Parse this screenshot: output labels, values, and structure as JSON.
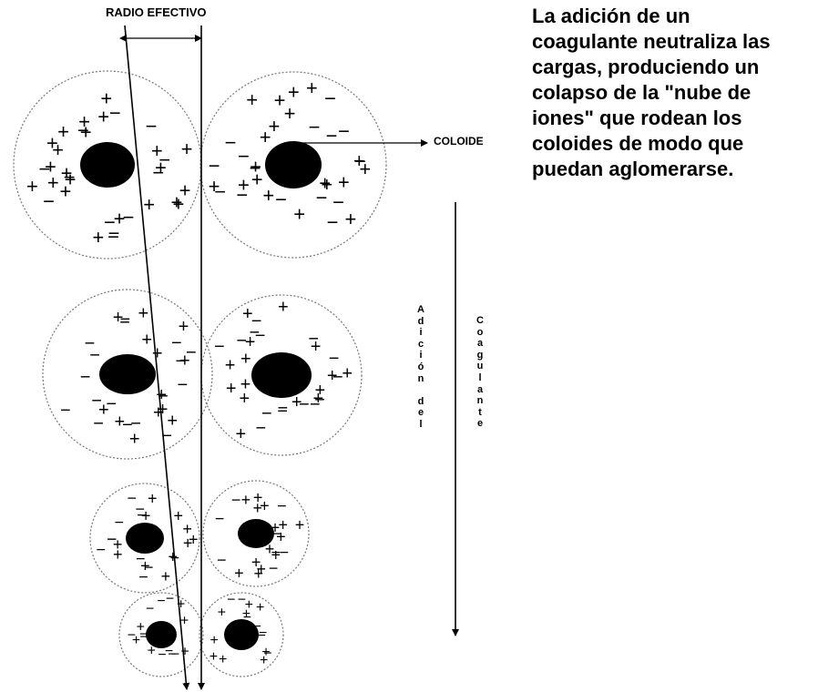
{
  "labels": {
    "radio_efectivo": "RADIO EFECTIVO",
    "coloide": "COLOIDE"
  },
  "description_lines": [
    "La adición de un",
    "coagulante neutraliza las",
    "cargas, produciendo un",
    "colapso de la \"nube de",
    "iones\" que rodean los",
    "coloides de modo que",
    "puedan aglomerarse."
  ],
  "vertical_labels": {
    "left_letters": [
      "A",
      "d",
      "i",
      "c",
      "i",
      "ó",
      "n",
      "",
      "d",
      "e",
      "l"
    ],
    "right_letters": [
      "C",
      "o",
      "a",
      "g",
      "u",
      "l",
      "a",
      "n",
      "t",
      "e"
    ]
  },
  "colors": {
    "line": "#000000",
    "dashed_circle": "#777777",
    "core": "#000000",
    "background": "#ffffff"
  }
}
